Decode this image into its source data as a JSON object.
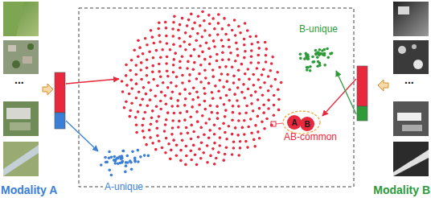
{
  "diagram": {
    "nodes": [
      {
        "text": [
          "AB-common"
        ]
      },
      {
        "text": [
          "A"
        ],
        "in": 0
      },
      {
        "text": [
          "B"
        ],
        "in": 0
      }
    ],
    "labels": [
      "...",
      "Modality A",
      "A-unique",
      "B-unique",
      "...",
      "Modality B"
    ]
  }
}
